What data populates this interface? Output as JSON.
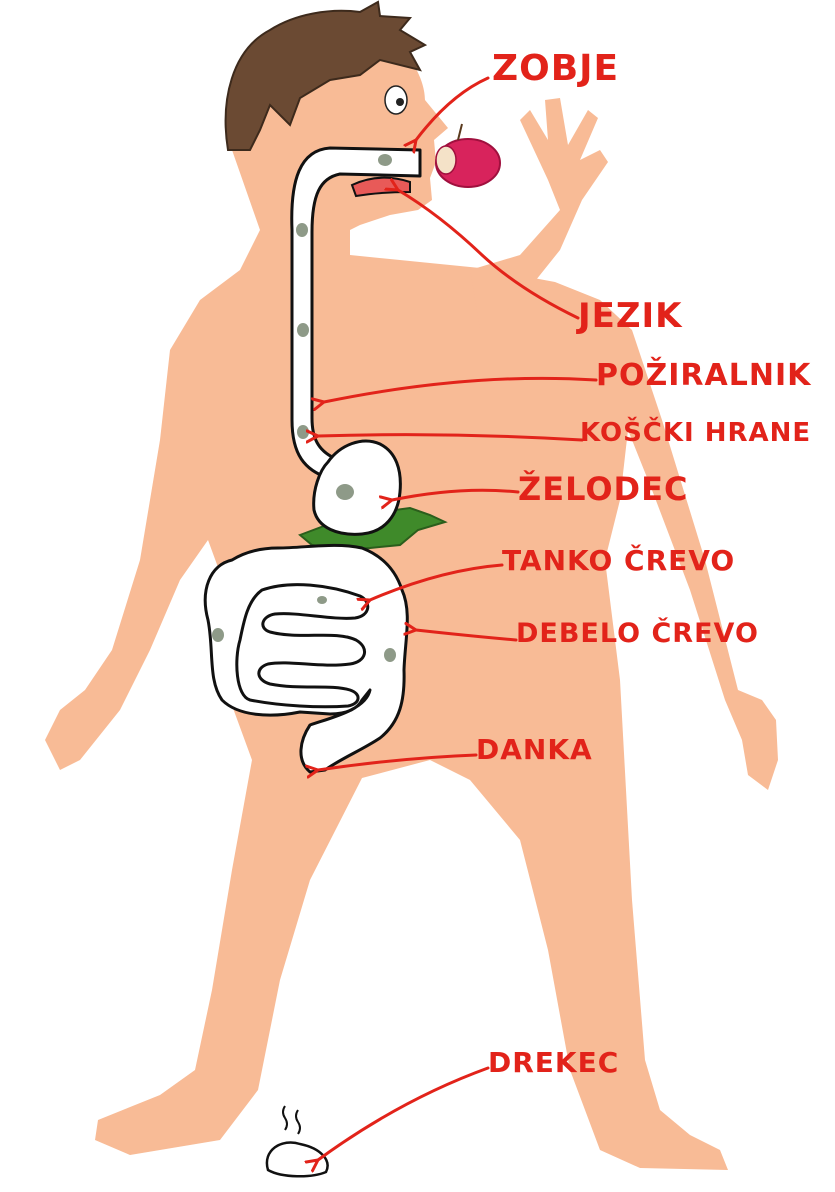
{
  "labels": {
    "zobje": "ZOBJE",
    "jezik": "JEZIK",
    "poziralnik": "POŽIRALNIK",
    "koscki_hrane": "KOŠČKI HRANE",
    "zelodec": "ŽELODEC",
    "tanko_crevo": "TANKO ČREVO",
    "debelo_crevo": "DEBELO ČREVO",
    "danka": "DANKA",
    "drekec": "DREKEC"
  },
  "colors": {
    "label": "#e2231a",
    "skin": "#f8bb96",
    "hair": "#6b4a33",
    "gut": "#ffffff",
    "gut_outline": "#111111",
    "food_spots": "#8e9a88",
    "apple": "#d8235c",
    "liver": "#3f8a2a",
    "tongue": "#e85a58"
  },
  "icons": [
    "apple",
    "stool"
  ]
}
